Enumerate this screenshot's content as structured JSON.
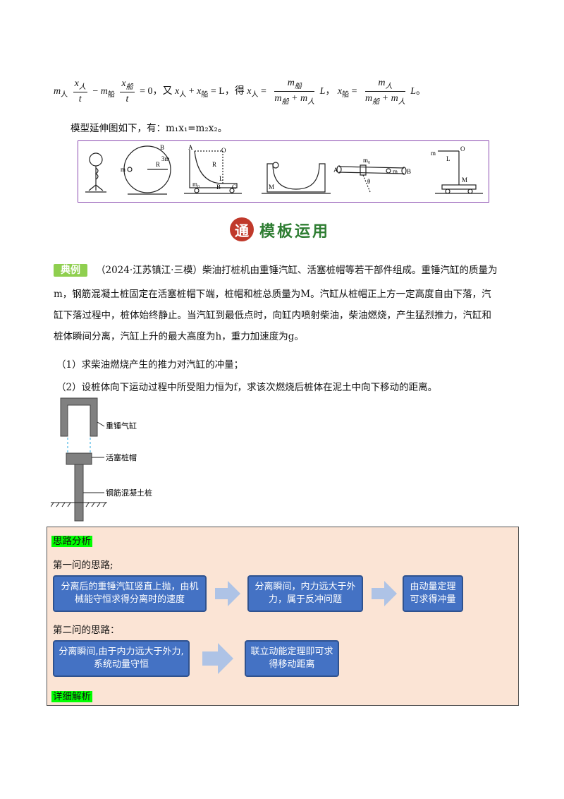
{
  "equation": {
    "m": "m",
    "sub_ren": "人",
    "sub_chuan": "船",
    "x": "x",
    "t": "t",
    "minus": "−",
    "plus": "+",
    "eq_zero": "= 0",
    "you": "，又",
    "eq_L": "= L",
    "de": "，得",
    "L": "L",
    "comma": "，",
    "end": "。"
  },
  "extension_text": "模型延伸图如下，有：m₁x₁=m₂x₂。",
  "figure_labels": {
    "A": "A",
    "B": "B",
    "C": "C",
    "O": "O",
    "R": "R",
    "L": "L",
    "M": "M",
    "m": "m",
    "m0": "m₀",
    "3m": "3m",
    "theta": "θ",
    "m_small": "m"
  },
  "banner_text": "模板运用",
  "banner_icon": "通",
  "example": {
    "tag": "典例",
    "line1": "（2024·江苏镇江·三模）柴油打桩机由重锤汽缸、活塞桩帽等若干部件组成。重锤汽缸的质量为",
    "line2": "m，钢筋混凝土桩固定在活塞桩帽下端，桩帽和桩总质量为M。汽缸从桩帽正上方一定高度自由下落，汽",
    "line3": "缸下落过程中，桩体始终静止。当汽缸到最低点时，向缸内喷射柴油，柴油燃烧，产生猛烈推力，汽缸和",
    "line4": "桩体瞬间分离，汽缸上升的最大高度为h，重力加速度为g。",
    "q1": "（1）求柴油燃烧产生的推力对汽缸的冲量；",
    "q2": "（2）设桩体向下运动过程中所受阻力恒为f，求该次燃烧后桩体在泥土中向下移动的距离。"
  },
  "diagram_labels": {
    "cylinder": "重锤气缸",
    "cap": "活塞桩帽",
    "pile": "钢筋混凝土桩"
  },
  "analysis": {
    "title": "思路分析",
    "first_heading": "第一问的思路;",
    "first_boxes": [
      "分离后的重锤汽缸竖直上抛，由机械能守恒求得分离时的速度",
      "分离瞬间，内力远大于外力，属于反冲问题",
      "由动量定理可求得冲量"
    ],
    "second_heading": "第二问的思路：",
    "second_boxes": [
      "分离瞬间,由于内力远大于外力,系统动量守恒",
      "联立动能定理即可求得移动距离"
    ],
    "footer": "详细解析"
  },
  "colors": {
    "box_fill": "#4472c4",
    "arrow_fill": "#aec3e6",
    "panel_bg": "#fbe4d5",
    "highlight": "#00ff00",
    "tag_bg": "#8fcf4f",
    "frame": "#8a4ab0"
  }
}
